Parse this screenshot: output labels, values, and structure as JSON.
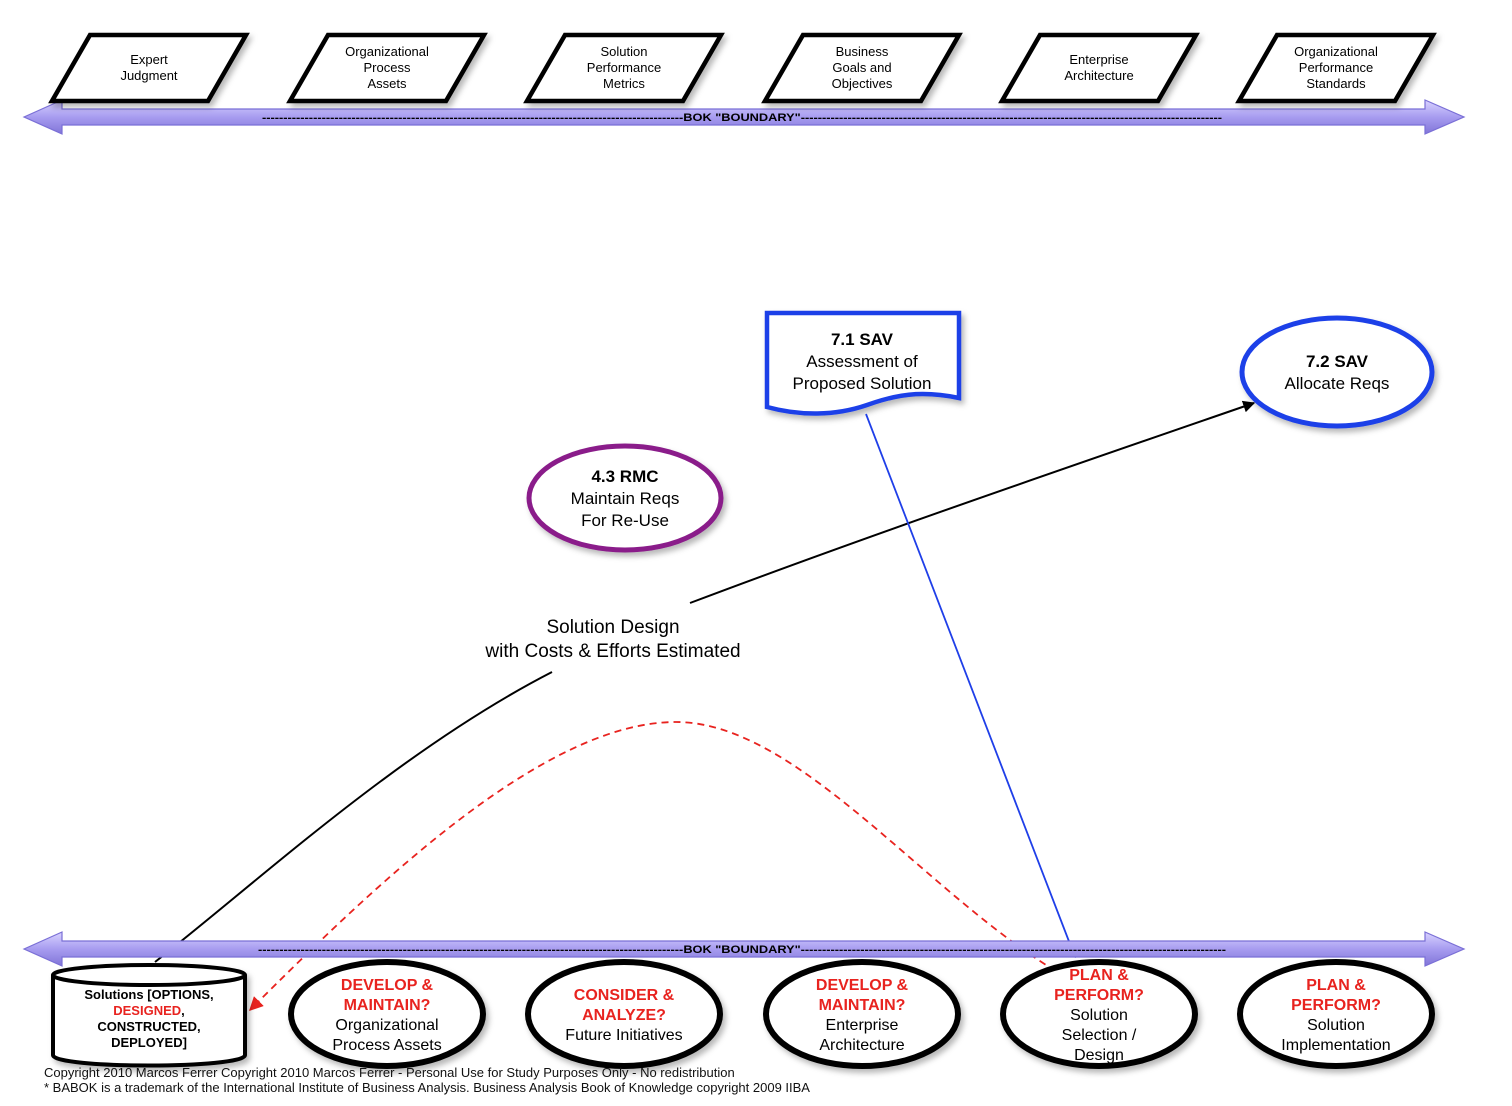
{
  "inputs": [
    {
      "lines": [
        "Expert",
        "Judgment"
      ]
    },
    {
      "lines": [
        "Organizational",
        "Process",
        "Assets"
      ]
    },
    {
      "lines": [
        "Solution",
        "Performance",
        "Metrics"
      ]
    },
    {
      "lines": [
        "Business",
        "Goals and",
        "Objectives"
      ]
    },
    {
      "lines": [
        "Enterprise",
        "Architecture"
      ]
    },
    {
      "lines": [
        "Organizational",
        "Performance",
        "Standards"
      ]
    }
  ],
  "boundary": {
    "top_label": "---------------------------------------------------------------------------------------------------BOK \"BOUNDARY\"---------------------------------------------------------------------------------------------------",
    "bottom_label": "----------------------------------------------------------------------------------------------------BOK \"BOUNDARY\"----------------------------------------------------------------------------------------------------"
  },
  "sav71": {
    "code": "7.1 SAV",
    "line1": "Assessment of",
    "line2": "Proposed Solution"
  },
  "sav72": {
    "code": "7.2 SAV",
    "line1": "Allocate Reqs"
  },
  "rmc43": {
    "code": "4.3 RMC",
    "line1": "Maintain Reqs",
    "line2": "For Re-Use"
  },
  "flow_label": {
    "line1": "Solution Design",
    "line2": "with Costs & Efforts Estimated"
  },
  "solutions_store": {
    "line1": "Solutions [OPTIONS,",
    "line2_red": "DESIGNED",
    "line2_rest": ",",
    "line3": "CONSTRUCTED,",
    "line4": "DEPLOYED]"
  },
  "outputs": [
    {
      "red": [
        "DEVELOP &",
        "MAINTAIN?"
      ],
      "black": [
        "Organizational",
        "Process Assets"
      ]
    },
    {
      "red": [
        "CONSIDER &",
        "ANALYZE?"
      ],
      "black": [
        "Future Initiatives"
      ]
    },
    {
      "red": [
        "DEVELOP &",
        "MAINTAIN?"
      ],
      "black": [
        "Enterprise",
        "Architecture"
      ]
    },
    {
      "red": [
        "PLAN &",
        "PERFORM?"
      ],
      "black": [
        "Solution",
        "Selection /",
        "Design"
      ]
    },
    {
      "red": [
        "PLAN &",
        "PERFORM?"
      ],
      "black": [
        "Solution",
        "Implementation"
      ]
    }
  ],
  "footer": {
    "line1": "Copyright 2010 Marcos Ferrer Copyright 2010 Marcos Ferrer - Personal Use for Study Purposes Only - No redistribution",
    "line2": "* BABOK is a trademark of the International Institute of Business Analysis.  Business Analysis Book of Knowledge copyright 2009 IIBA"
  },
  "colors": {
    "boundary": "#9a8fe6",
    "sav_blue": "#1f3fe8",
    "rmc_purple": "#8a1f8a",
    "red": "#e8231f"
  }
}
